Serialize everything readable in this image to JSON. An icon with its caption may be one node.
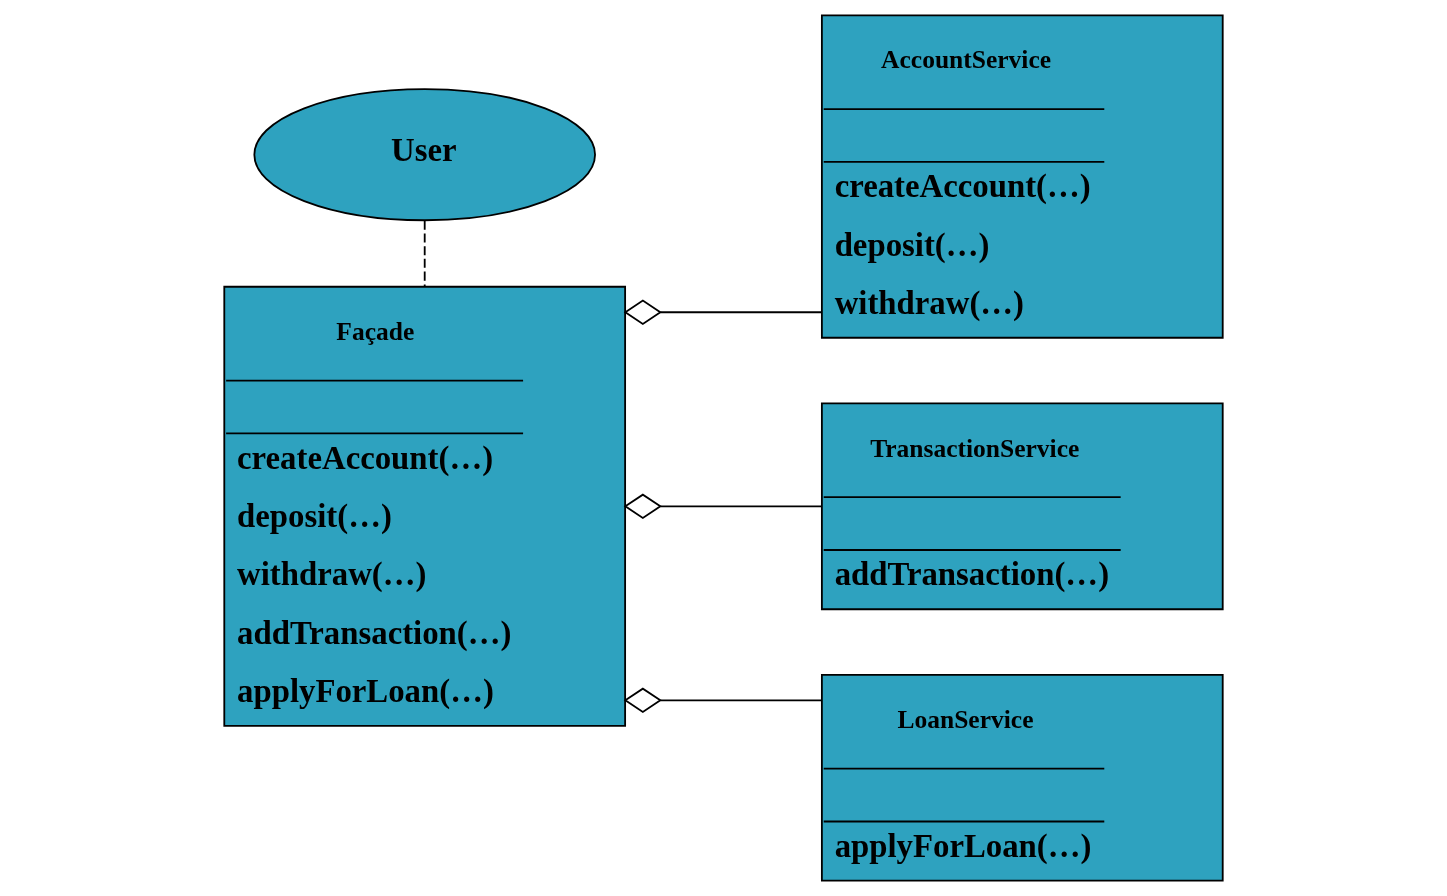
{
  "diagram": {
    "nodes": [
      {
        "text": [
          "User"
        ]
      },
      {
        "text": [
          "Façade",
          "createAccount(…)",
          "deposit(…)",
          "withdraw(…)",
          "addTransaction(…)",
          "applyForLoan(…)"
        ]
      },
      {
        "text": [
          "AccountService",
          "createAccount(…)",
          "deposit(…)",
          "withdraw(…)"
        ]
      },
      {
        "text": [
          "TransactionService",
          "addTransaction(…)"
        ]
      },
      {
        "text": [
          "LoanService",
          "applyForLoan(…)"
        ]
      }
    ],
    "edges": [
      {
        "from": 0,
        "to": 1,
        "arrow": "none",
        "style": "dashed"
      },
      {
        "from": 1,
        "to": 2,
        "arrow": "other"
      },
      {
        "from": 1,
        "to": 3,
        "arrow": "other"
      },
      {
        "from": 1,
        "to": 4,
        "arrow": "other"
      }
    ]
  }
}
